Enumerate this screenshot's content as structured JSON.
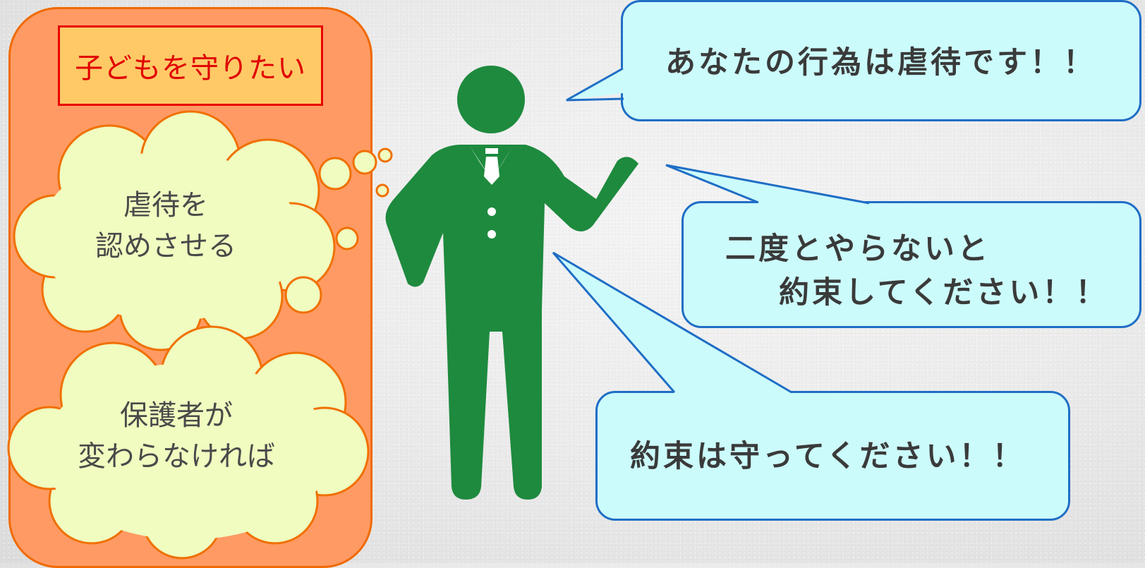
{
  "left_panel": {
    "title": "子どもを守りたい",
    "thought_1": "虐待を\n認めさせる",
    "thought_2": "保護者が\n変わらなければ"
  },
  "speech": {
    "bubble_1": "あなたの行為は虐待です！！",
    "bubble_2_line_1": "二度とやらないと",
    "bubble_2_line_2": "約束してください！！",
    "bubble_3": "約束は守ってください！！"
  },
  "colors": {
    "panel_fill": "#ff9a64",
    "panel_border": "#f06a00",
    "title_fill": "#ffc966",
    "title_border": "#e80000",
    "title_text": "#e00000",
    "cloud_fill": "#f0fcc0",
    "cloud_border": "#f07000",
    "figure": "#1e8a3e",
    "bubble_fill": "#ccfbfb",
    "bubble_border": "#1f6ec5"
  },
  "icons": [
    "thought-cloud",
    "person-figure",
    "speech-bubble"
  ]
}
